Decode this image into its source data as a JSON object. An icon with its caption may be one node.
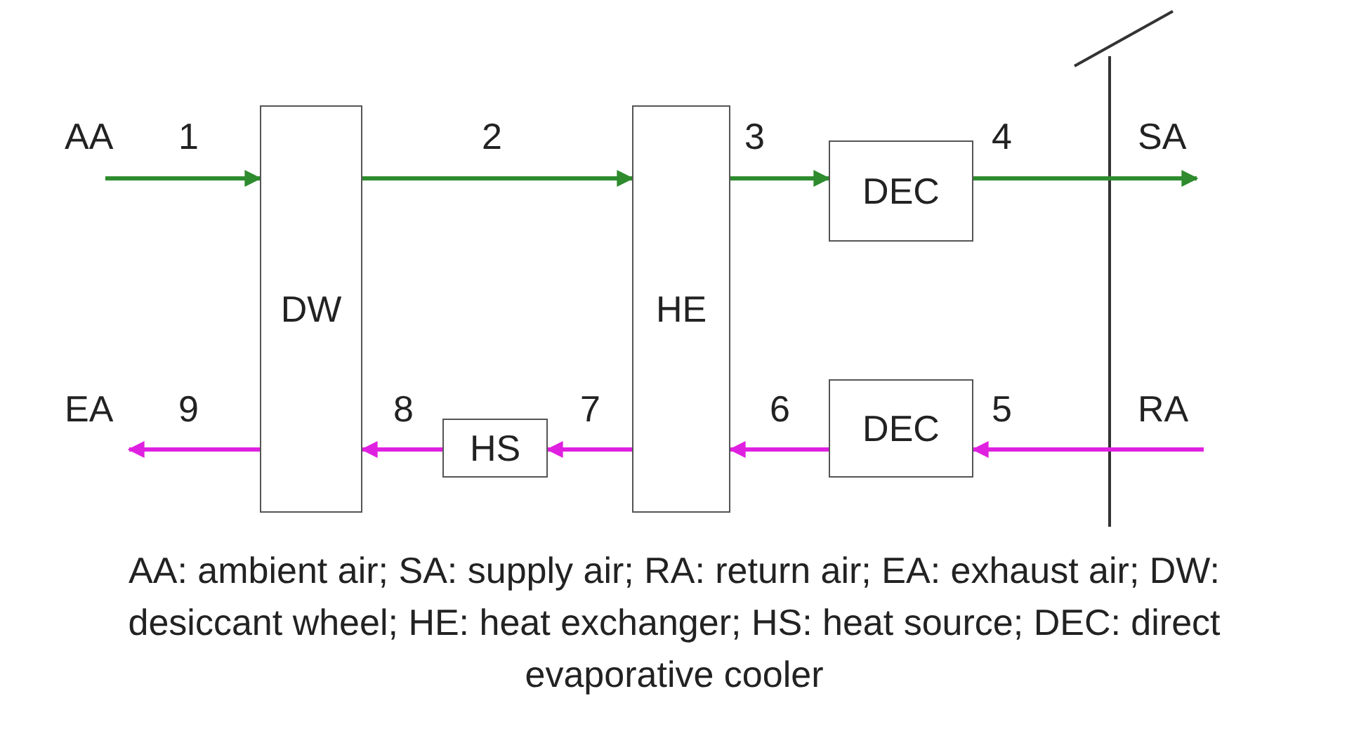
{
  "diagram": {
    "caption": "AA: ambient air; SA: supply air; RA: return air; EA: exhaust air; DW: desiccant wheel; HE: heat exchanger; HS: heat source; DEC: direct evaporative cooler",
    "nodes": [
      {
        "text": [
          "DW"
        ]
      },
      {
        "text": [
          "HE"
        ]
      },
      {
        "text": [
          "DEC"
        ]
      },
      {
        "text": [
          "HS"
        ]
      },
      {
        "text": [
          "DEC"
        ]
      }
    ],
    "edges": [
      {
        "from": null,
        "to": 0,
        "arrow": "to",
        "color": "#2e8b2e"
      },
      {
        "from": 0,
        "to": 1,
        "arrow": "to",
        "color": "#2e8b2e"
      },
      {
        "from": 1,
        "to": 2,
        "arrow": "to",
        "color": "#2e8b2e"
      },
      {
        "from": 2,
        "to": null,
        "arrow": "to",
        "color": "#2e8b2e"
      },
      {
        "from": null,
        "to": 4,
        "arrow": "to"
      },
      {
        "from": 4,
        "to": 1,
        "arrow": "to"
      },
      {
        "from": 1,
        "to": 3,
        "arrow": "to"
      },
      {
        "from": 3,
        "to": 0,
        "arrow": "to"
      },
      {
        "from": 0,
        "to": null,
        "arrow": "to"
      }
    ],
    "labels": [
      "AA",
      "1",
      "2",
      "3",
      "4",
      "SA",
      "EA",
      "9",
      "8",
      "7",
      "6",
      "5",
      "RA"
    ]
  }
}
